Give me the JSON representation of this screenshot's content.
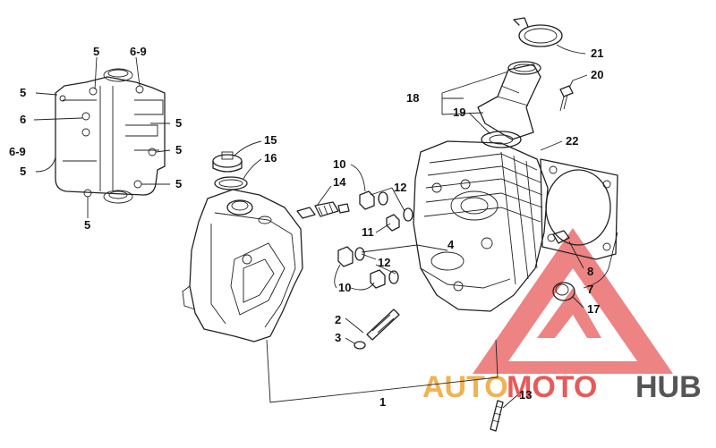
{
  "diagram": {
    "callouts": {
      "c1": "1",
      "c2": "2",
      "c3": "3",
      "c4": "4",
      "c5a": "5",
      "c5b": "5",
      "c5c": "5",
      "c5d": "5",
      "c5e": "5",
      "c5f": "5",
      "c5g": "5",
      "c69a": "6-9",
      "c69b": "6-9",
      "c6": "6",
      "c7": "7",
      "c8": "8",
      "c10a": "10",
      "c10b": "10",
      "c11": "11",
      "c12a": "12",
      "c12b": "12",
      "c13": "13",
      "c14": "14",
      "c15": "15",
      "c16": "16",
      "c17": "17",
      "c18": "18",
      "c19": "19",
      "c20": "20",
      "c21": "21",
      "c22": "22"
    },
    "watermark": {
      "word1": "AUTO",
      "word2": "MOTO",
      "word3": "HUB",
      "colors": {
        "triangle": "#e85a5a",
        "auto": "#f0b254",
        "moto": "#e85a5a",
        "hub": "#555555"
      }
    }
  }
}
